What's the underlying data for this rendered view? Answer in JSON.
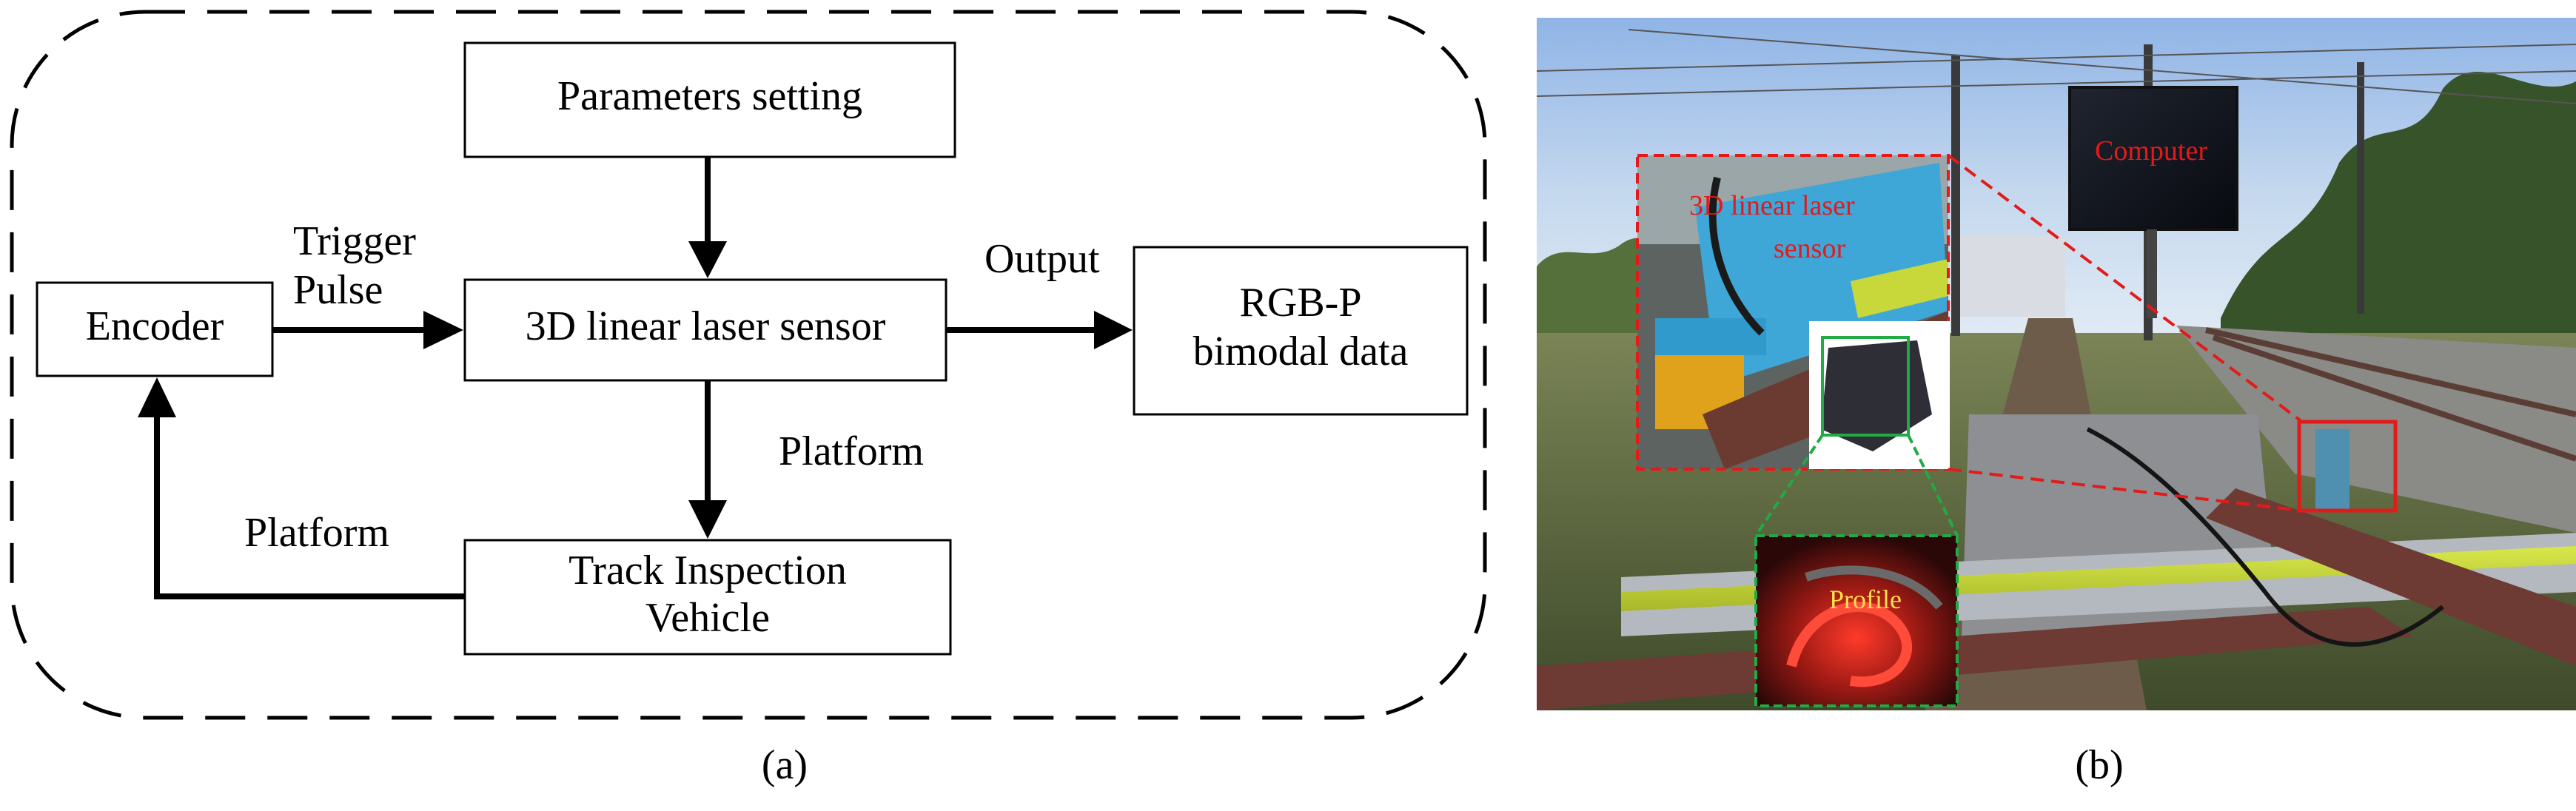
{
  "panel_a": {
    "blocks": {
      "parameters": "Parameters setting",
      "sensor": "3D linear laser sensor",
      "encoder": "Encoder",
      "output_line1": "RGB-P",
      "output_line2": "bimodal data",
      "vehicle_line1": "Track Inspection",
      "vehicle_line2": "Vehicle"
    },
    "labels": {
      "trigger_line1": "Trigger",
      "trigger_line2": "Pulse",
      "output": "Output",
      "platform_right": "Platform",
      "platform_left": "Platform"
    },
    "caption": "(a)"
  },
  "panel_b": {
    "labels": {
      "computer": "Computer",
      "sensor_line1": "3D linear laser",
      "sensor_line2": "sensor",
      "profile": "Profile"
    },
    "caption": "(b)",
    "colors": {
      "callout_red": "#e41a1a",
      "callout_green": "#22aa44",
      "profile_text": "#ffe14a"
    }
  }
}
